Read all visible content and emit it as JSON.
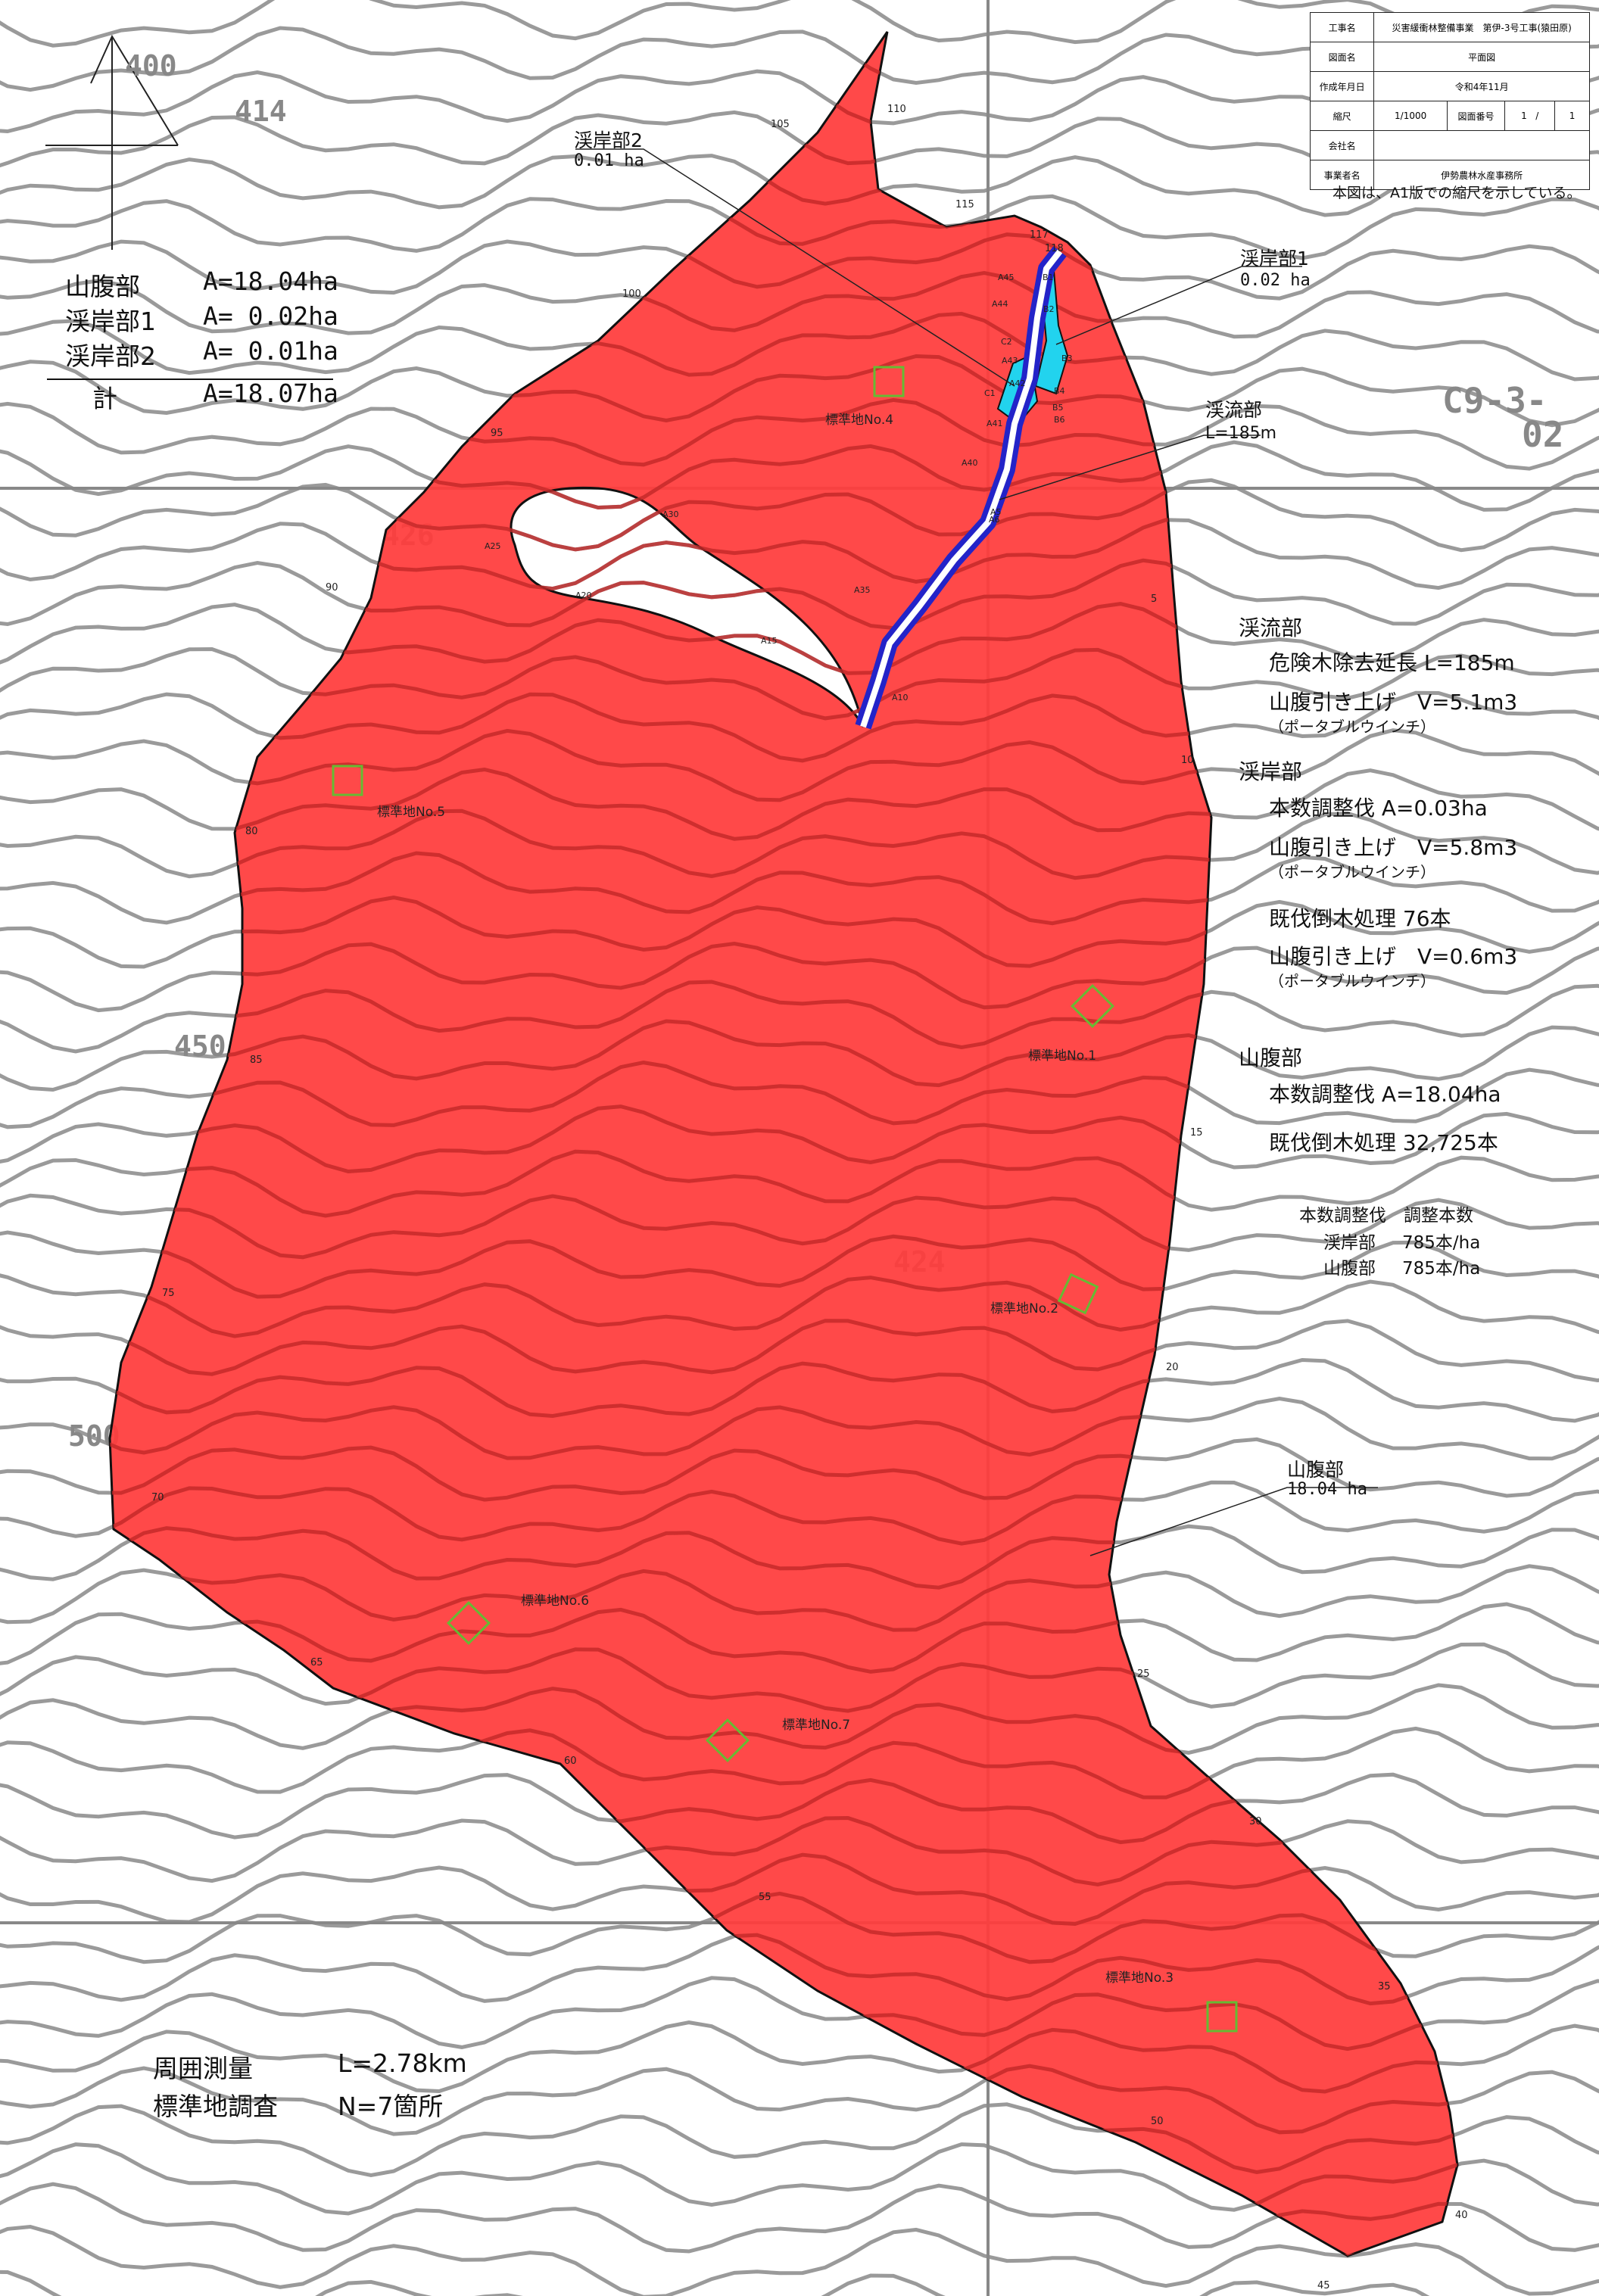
{
  "title_block": {
    "rows": [
      {
        "label": "工事名",
        "value": "災害緩衝林整備事業　第伊-3号工事(猿田原)"
      },
      {
        "label": "図面名",
        "value": "平面図"
      },
      {
        "label": "作成年月日",
        "value": "令和4年11月"
      },
      {
        "label": "縮尺",
        "value": "1/1000",
        "label2": "図面番号",
        "page": "1",
        "sep": "/",
        "total": "1"
      },
      {
        "label": "会社名",
        "value": ""
      },
      {
        "label": "事業者名",
        "value": "伊勢農林水産事務所"
      }
    ],
    "note": "本図は、A1版での縮尺を示している。"
  },
  "area_summary": {
    "rows": [
      {
        "label": "山腹部",
        "value": "A=18.04ha"
      },
      {
        "label": "渓岸部1",
        "value": "A= 0.02ha"
      },
      {
        "label": "渓岸部2",
        "value": "A= 0.01ha"
      }
    ],
    "total_label": "計",
    "total_value": "A=18.07ha"
  },
  "callouts": {
    "keigan2": {
      "name": "渓岸部2",
      "area": "0.01 ha"
    },
    "keigan1": {
      "name": "渓岸部1",
      "area": "0.02 ha"
    },
    "keiryu": {
      "name": "渓流部",
      "length": "L=185m"
    },
    "sanpuku": {
      "name": "山腹部",
      "area": "18.04 ha"
    }
  },
  "work_items": {
    "keiryu": {
      "heading": "渓流部",
      "line1": "危険木除去延長 L=185m",
      "line2": "山腹引き上げ　V=5.1m3",
      "note": "（ポータブルウインチ）"
    },
    "keigan": {
      "heading": "渓岸部",
      "line1": "本数調整伐 A=0.03ha",
      "line2": "山腹引き上げ　V=5.8m3",
      "note1": "（ポータブルウインチ）",
      "line3": "既伐倒木処理 76本",
      "line4": "山腹引き上げ　V=0.6m3",
      "note2": "（ポータブルウインチ）"
    },
    "sanpuku": {
      "heading": "山腹部",
      "line1": "本数調整伐 A=18.04ha",
      "line2": "既伐倒木処理 32,725本"
    },
    "density": {
      "heading": "本数調整伐　調整本数",
      "row1_label": "渓岸部",
      "row1_value": "785本/ha",
      "row2_label": "山腹部",
      "row2_value": "785本/ha"
    }
  },
  "survey": {
    "row1_label": "周囲測量",
    "row1_value": "L=2.78km",
    "row2_label": "標準地調査",
    "row2_value": "N=7箇所"
  },
  "sample_plots": [
    "標準地No.1",
    "標準地No.2",
    "標準地No.3",
    "標準地No.4",
    "標準地No.5",
    "標準地No.6",
    "標準地No.7"
  ],
  "boundary_numbers": [
    "5",
    "10",
    "15",
    "20",
    "25",
    "30",
    "35",
    "40",
    "45",
    "50",
    "55",
    "60",
    "65",
    "70",
    "75",
    "80",
    "85",
    "90",
    "95",
    "100",
    "105",
    "110",
    "115",
    "117",
    "118"
  ],
  "stream_points": [
    "A5",
    "A6",
    "A10",
    "A15",
    "A20",
    "A25",
    "A30",
    "A35",
    "A40",
    "A41",
    "A42",
    "A43",
    "A44",
    "A45",
    "B1",
    "B2",
    "B3",
    "B4",
    "B5",
    "B6",
    "C1",
    "C2"
  ],
  "map_labels": {
    "c9": "C9-3-",
    "c9b": "02",
    "e414": "414",
    "e426": "426",
    "e424": "424",
    "e450": "450",
    "e500": "500",
    "e400": "400"
  },
  "colors": {
    "area_fill": "#ff3b3b",
    "area_stroke": "#111111",
    "contour": "#9a9a9a",
    "stream": "#2323c8",
    "keigan_fill": "#22d3ee",
    "plot_marker": "#66bb33",
    "grid": "#888888"
  }
}
